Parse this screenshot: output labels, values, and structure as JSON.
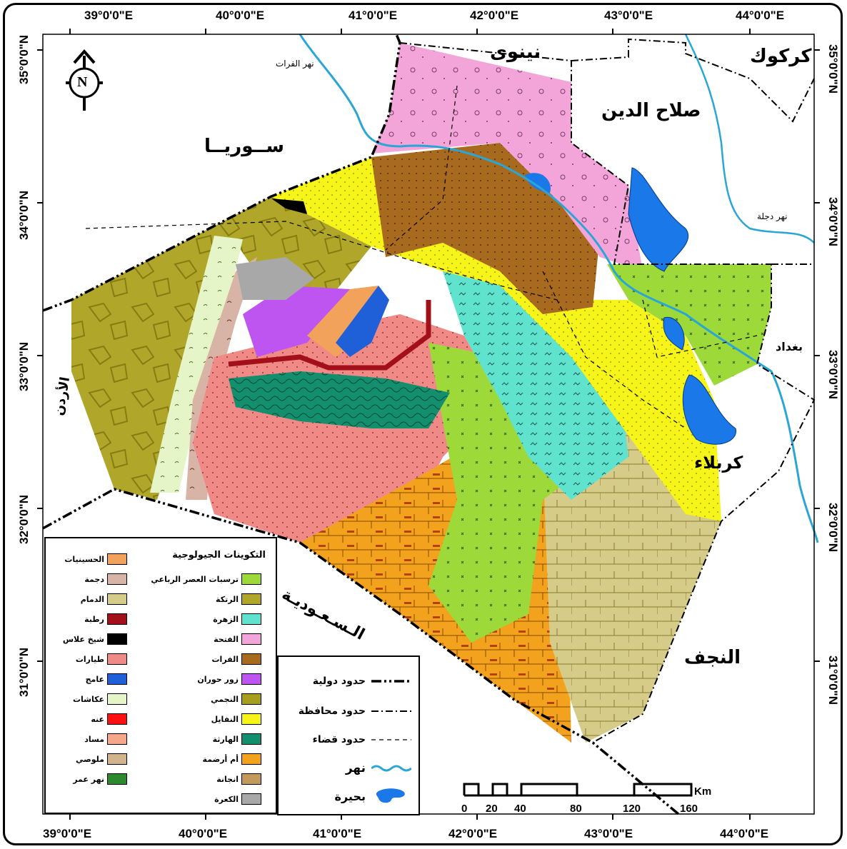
{
  "grid": {
    "top_labels": [
      "39°0'0\"E",
      "40°0'0\"E",
      "41°0'0\"E",
      "42°0'0\"E",
      "43°0'0\"E",
      "44°0'0\"E"
    ],
    "bottom_labels": [
      "39°0'0\"E",
      "40°0'0\"E",
      "41°0'0\"E",
      "42°0'0\"E",
      "43°0'0\"E",
      "44°0'0\"E"
    ],
    "left_labels": [
      "35°0'0\"N",
      "34°0'0\"N",
      "33°0'0\"N",
      "32°0'0\"N",
      "31°0'0\"N"
    ],
    "right_labels": [
      "35°0'0\"N",
      "34°0'0\"N",
      "33°0'0\"N",
      "32°0'0\"N",
      "31°0'0\"N"
    ]
  },
  "north_arrow": "N",
  "places": {
    "ninawa": "نينوى",
    "kirkuk": "كركوك",
    "salahaddin": "صلاح الدين",
    "syria": "ســوريــا",
    "baghdad": "بغداد",
    "jordan": "الأردن",
    "karbala": "كربلاء",
    "saudi": "الـسـعـوديـة",
    "najaf": "النجف"
  },
  "rivers": {
    "euphrates": "نهر الفرات",
    "tigris": "نهر دجلة"
  },
  "legend": {
    "title": "التكوينات الجيولوجية",
    "left_col": [
      {
        "label": "الحسينيات",
        "color": "#f2a25a"
      },
      {
        "label": "دجمة",
        "color": "#d8b4a6"
      },
      {
        "label": "الدمام",
        "color": "#d6cc8a"
      },
      {
        "label": "رطبة",
        "color": "#a3101a"
      },
      {
        "label": "شيخ علاس",
        "color": "#000000"
      },
      {
        "label": "طيارات",
        "color": "#f08a86"
      },
      {
        "label": "عامج",
        "color": "#1f5fd8"
      },
      {
        "label": "عكاشات",
        "color": "#e6f5c8"
      },
      {
        "label": "عنه",
        "color": "#ff1010"
      },
      {
        "label": "مساد",
        "color": "#f6a78a"
      },
      {
        "label": "ملوصي",
        "color": "#d2b48c"
      },
      {
        "label": "نهر عمر",
        "color": "#2c8a2c"
      }
    ],
    "right_col": [
      {
        "label": "ترسبات العصر الرباعي",
        "color": "#9ed93a"
      },
      {
        "label": "الرتكة",
        "color": "#b0a62a"
      },
      {
        "label": "الزهرة",
        "color": "#5fe3cf"
      },
      {
        "label": "الفتحة",
        "color": "#f3a4d8"
      },
      {
        "label": "الفرات",
        "color": "#a86a1f"
      },
      {
        "label": "زور حوران",
        "color": "#bf55f0"
      },
      {
        "label": "النجمي",
        "color": "#a69e1c"
      },
      {
        "label": "النفايل",
        "color": "#f7f41a"
      },
      {
        "label": "الهارثة",
        "color": "#138f6e"
      },
      {
        "label": "أم أرضمة",
        "color": "#f3a21e"
      },
      {
        "label": "انجانة",
        "color": "#c49a5a"
      },
      {
        "label": "الكعرة",
        "color": "#a8a8a8"
      }
    ]
  },
  "boundaries": {
    "international": "حدود دولية",
    "governorate": "حدود محافظة",
    "district": "حدود قضاء",
    "river": "نهر",
    "lake": "بحيرة"
  },
  "scale": {
    "unit": "Km",
    "ticks": [
      "0",
      "20",
      "40",
      "80",
      "120",
      "160"
    ]
  },
  "colors": {
    "river": "#2aa6d6",
    "lake": "#1a78e8"
  }
}
